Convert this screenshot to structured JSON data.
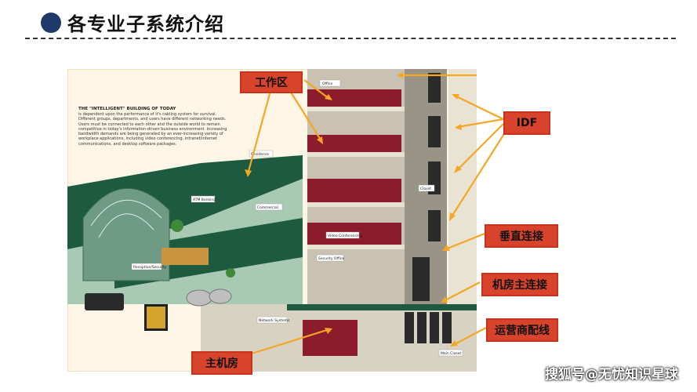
{
  "page": {
    "title": "各专业子系统介绍",
    "watermark": "搜狐号@无忧知识星球"
  },
  "illustration": {
    "headline": "THE \"INTELLIGENT\" BUILDING OF TODAY",
    "intro": "is dependent upon the performance of it's cabling system for survival. Different groups, departments, and users have different networking needs. Users must be connected to each other and the outside world to remain competitive in today's information-driven business environment. Increasing bandwidth demands are being generated by an ever-increasing variety of workplace applications, including video conferencing, intranet/internet communications, and desktop software packages.",
    "floor_labels": [
      "Office",
      "Video Conferencing",
      "Security Office",
      "Network Systems",
      "Main Closet",
      "Closet",
      "Reception/Security",
      "Commercial",
      "Residence",
      "ATM Banking"
    ]
  },
  "callouts": {
    "work_area": "工作区",
    "idf": "IDF",
    "vertical": "垂直连接",
    "machine_room_link": "机房主连接",
    "carrier": "运营商配线",
    "machine_room": "主机房"
  },
  "colors": {
    "callout_fill": "#d8442b",
    "title_dot": "#1f3a68",
    "floor_green": "#1d5a3f",
    "carpet_red": "#8c1c2c",
    "arrow": "#f5a623"
  }
}
